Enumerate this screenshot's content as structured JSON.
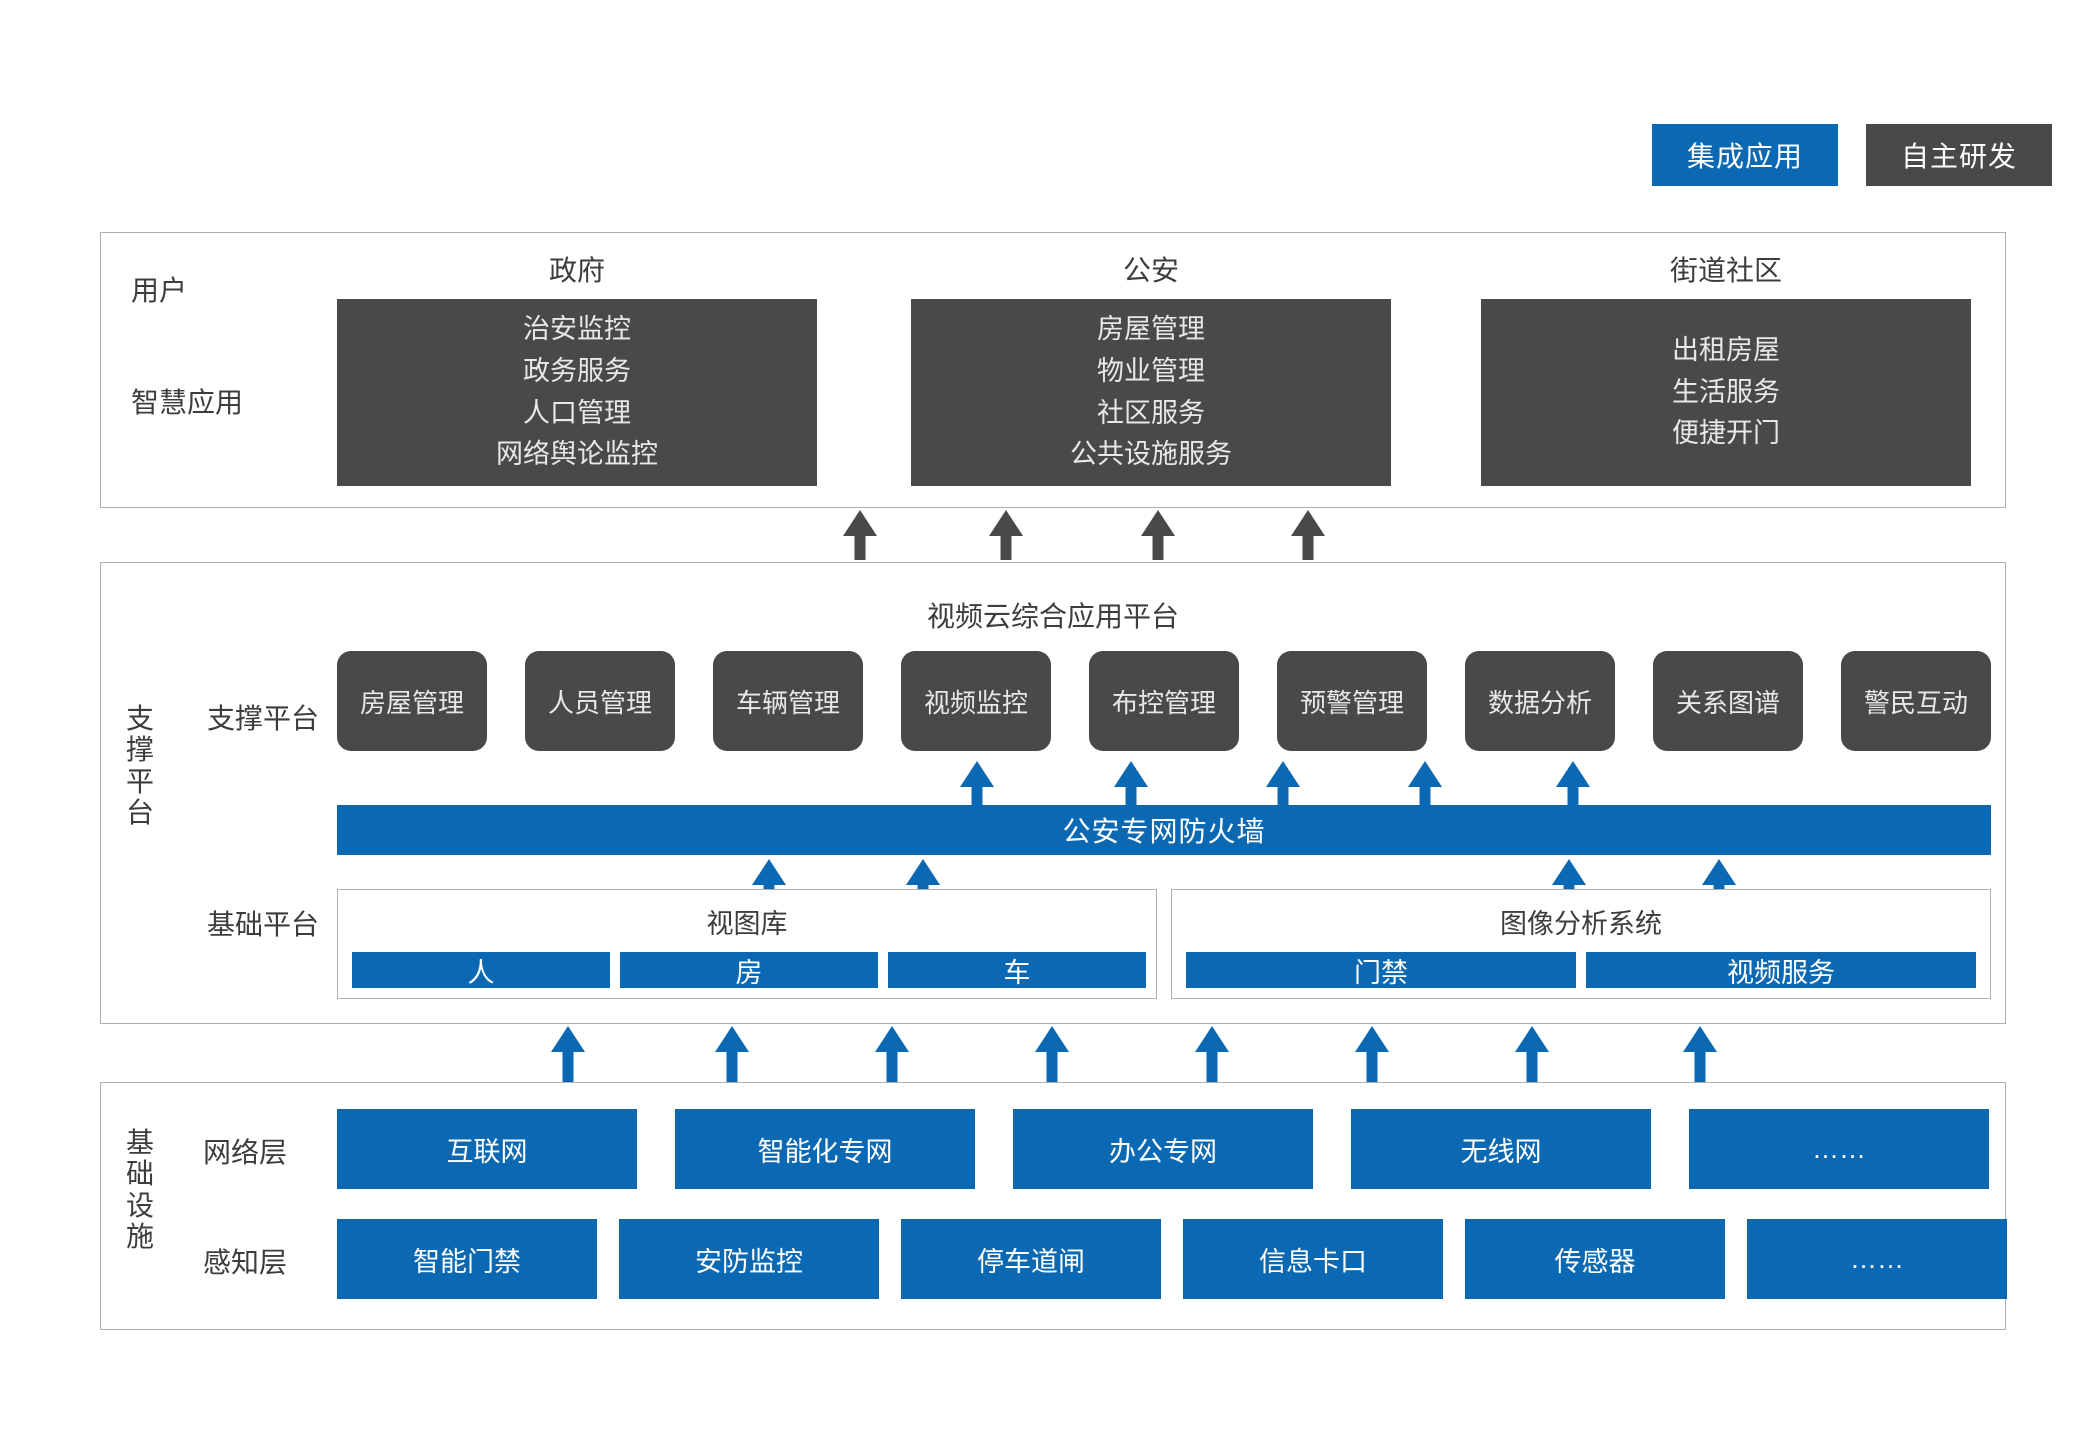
{
  "legend": {
    "items": [
      {
        "label": "集成应用",
        "color": "#0b69b4",
        "style": "blue"
      },
      {
        "label": "自主研发",
        "color": "#4a4848",
        "style": "dark"
      }
    ]
  },
  "application_section": {
    "row_labels": {
      "user": "用户",
      "smart_app": "智慧应用"
    },
    "groups": [
      {
        "title": "政府",
        "items": [
          "治安监控",
          "政务服务",
          "人口管理",
          "网络舆论监控"
        ]
      },
      {
        "title": "公安",
        "items": [
          "房屋管理",
          "物业管理",
          "社区服务",
          "公共设施服务"
        ]
      },
      {
        "title": "街道社区",
        "items": [
          "出租房屋",
          "生活服务",
          "便捷开门"
        ]
      }
    ]
  },
  "platform_section": {
    "vertical_label": "支撑平台",
    "title": "视频云综合应用平台",
    "support_row_label": "支撑平台",
    "modules": [
      "房屋管理",
      "人员管理",
      "车辆管理",
      "视频监控",
      "布控管理",
      "预警管理",
      "数据分析",
      "关系图谱",
      "警民互动"
    ],
    "firewall": "公安专网防火墙",
    "basic_row_label": "基础平台",
    "basic_groups": [
      {
        "title": "视图库",
        "items": [
          "人",
          "房",
          "车"
        ]
      },
      {
        "title": "图像分析系统",
        "items": [
          "门禁",
          "视频服务"
        ]
      }
    ]
  },
  "infrastructure_section": {
    "vertical_label": "基础设施",
    "rows": [
      {
        "label": "网络层",
        "items": [
          "互联网",
          "智能化专网",
          "办公专网",
          "无线网",
          "……"
        ]
      },
      {
        "label": "感知层",
        "items": [
          "智能门禁",
          "安防监控",
          "停车道闸",
          "信息卡口",
          "传感器",
          "……"
        ]
      }
    ]
  },
  "colors": {
    "blue": "#0b69b4",
    "dark": "#4a4848",
    "border": "#aeaeae",
    "text": "#3d3d3d"
  }
}
